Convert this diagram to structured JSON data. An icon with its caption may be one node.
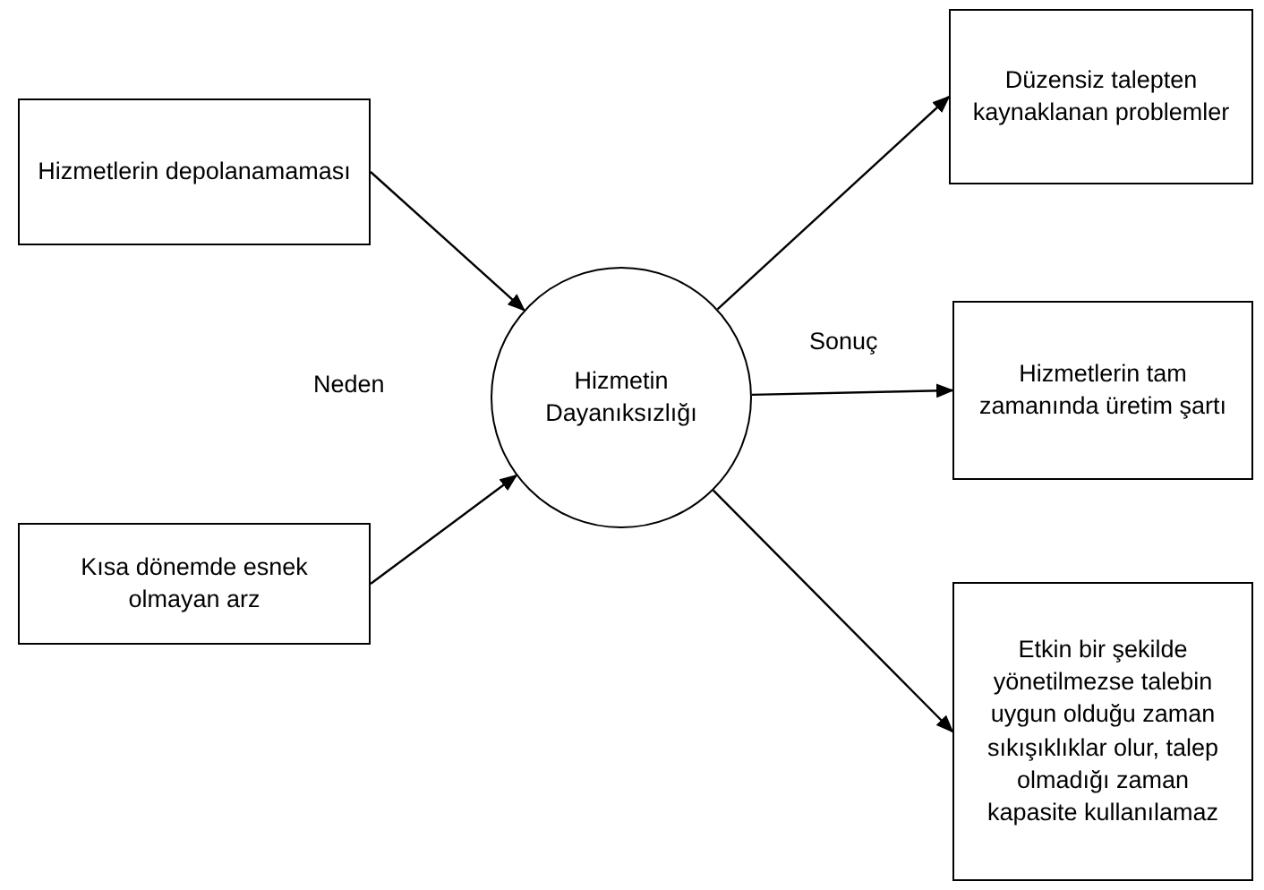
{
  "diagram": {
    "nodes": [
      {
        "text": [
          "Hizmetlerin depolanamaması"
        ]
      },
      {
        "text": [
          "Kısa dönemde esnek olmayan arz"
        ]
      },
      {
        "text": [
          "Hizmetin Dayanıksızlığı"
        ]
      },
      {
        "text": [
          "Düzensiz talepten kaynaklanan problemler"
        ]
      },
      {
        "text": [
          "Hizmetlerin tam zamanında üretim şartı"
        ]
      },
      {
        "text": [
          "Etkin bir şekilde yönetilmezse talebin uygun olduğu zaman sıkışıklıklar olur, talep olmadığı zaman kapasite kullanılamaz"
        ]
      }
    ],
    "edges": [
      {
        "from": 0,
        "to": 2,
        "arrow": "to"
      },
      {
        "from": 1,
        "to": 2,
        "arrow": "to"
      },
      {
        "from": 2,
        "to": 3,
        "arrow": "to"
      },
      {
        "from": 2,
        "to": 4,
        "arrow": "to"
      },
      {
        "from": 2,
        "to": 5,
        "arrow": "to"
      }
    ],
    "labels": [
      "Neden",
      "Sonuç"
    ]
  }
}
